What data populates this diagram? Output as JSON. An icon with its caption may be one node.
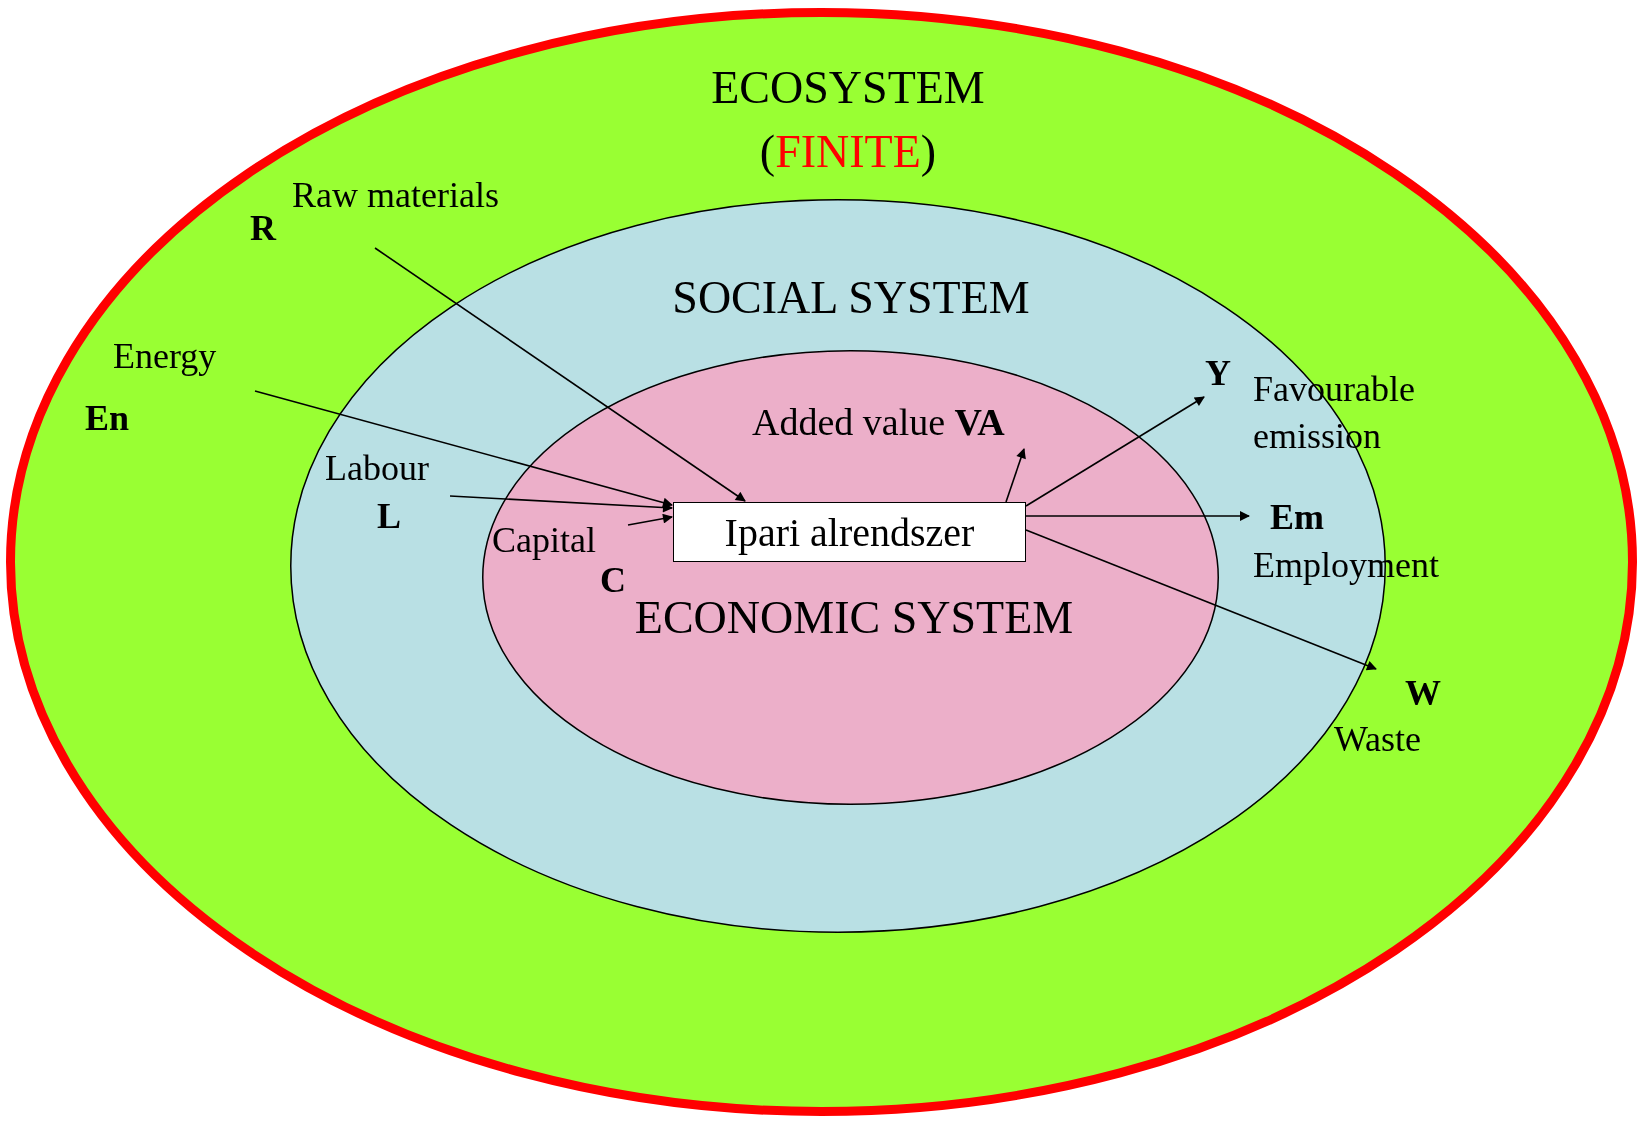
{
  "diagram": {
    "nodes": [
      {
        "text": [
          "ECOSYSTEM",
          "(FINITE)"
        ]
      },
      {
        "text": [
          "SOCIAL SYSTEM"
        ],
        "in": 0
      },
      {
        "text": [
          "ECONOMIC SYSTEM"
        ],
        "in": 1
      },
      {
        "text": [
          "Ipari alrendszer"
        ],
        "in": 2
      },
      {
        "text": [
          "Raw materials",
          "R"
        ],
        "in": 0
      },
      {
        "text": [
          "Energy",
          "En"
        ],
        "in": 0
      },
      {
        "text": [
          "Labour",
          "L"
        ],
        "in": 1
      },
      {
        "text": [
          "Capital",
          "C"
        ],
        "in": 2
      },
      {
        "text": [
          "Added value **VA**"
        ],
        "in": 2
      },
      {
        "text": [
          "Y",
          "Favourable emission"
        ],
        "in": 0
      },
      {
        "text": [
          "Em",
          "Employment"
        ],
        "in": 0
      },
      {
        "text": [
          "W",
          "Waste"
        ],
        "in": 0
      }
    ],
    "edges": [
      {
        "from": 4,
        "to": 3,
        "arrow": "to"
      },
      {
        "from": 5,
        "to": 3,
        "arrow": "to"
      },
      {
        "from": 6,
        "to": 3,
        "arrow": "to"
      },
      {
        "from": 7,
        "to": 3,
        "arrow": "to"
      },
      {
        "from": 3,
        "to": 8,
        "arrow": "to"
      },
      {
        "from": 3,
        "to": 9,
        "arrow": "to"
      },
      {
        "from": 3,
        "to": 10,
        "arrow": "to"
      },
      {
        "from": 3,
        "to": 11,
        "arrow": "to"
      }
    ]
  }
}
